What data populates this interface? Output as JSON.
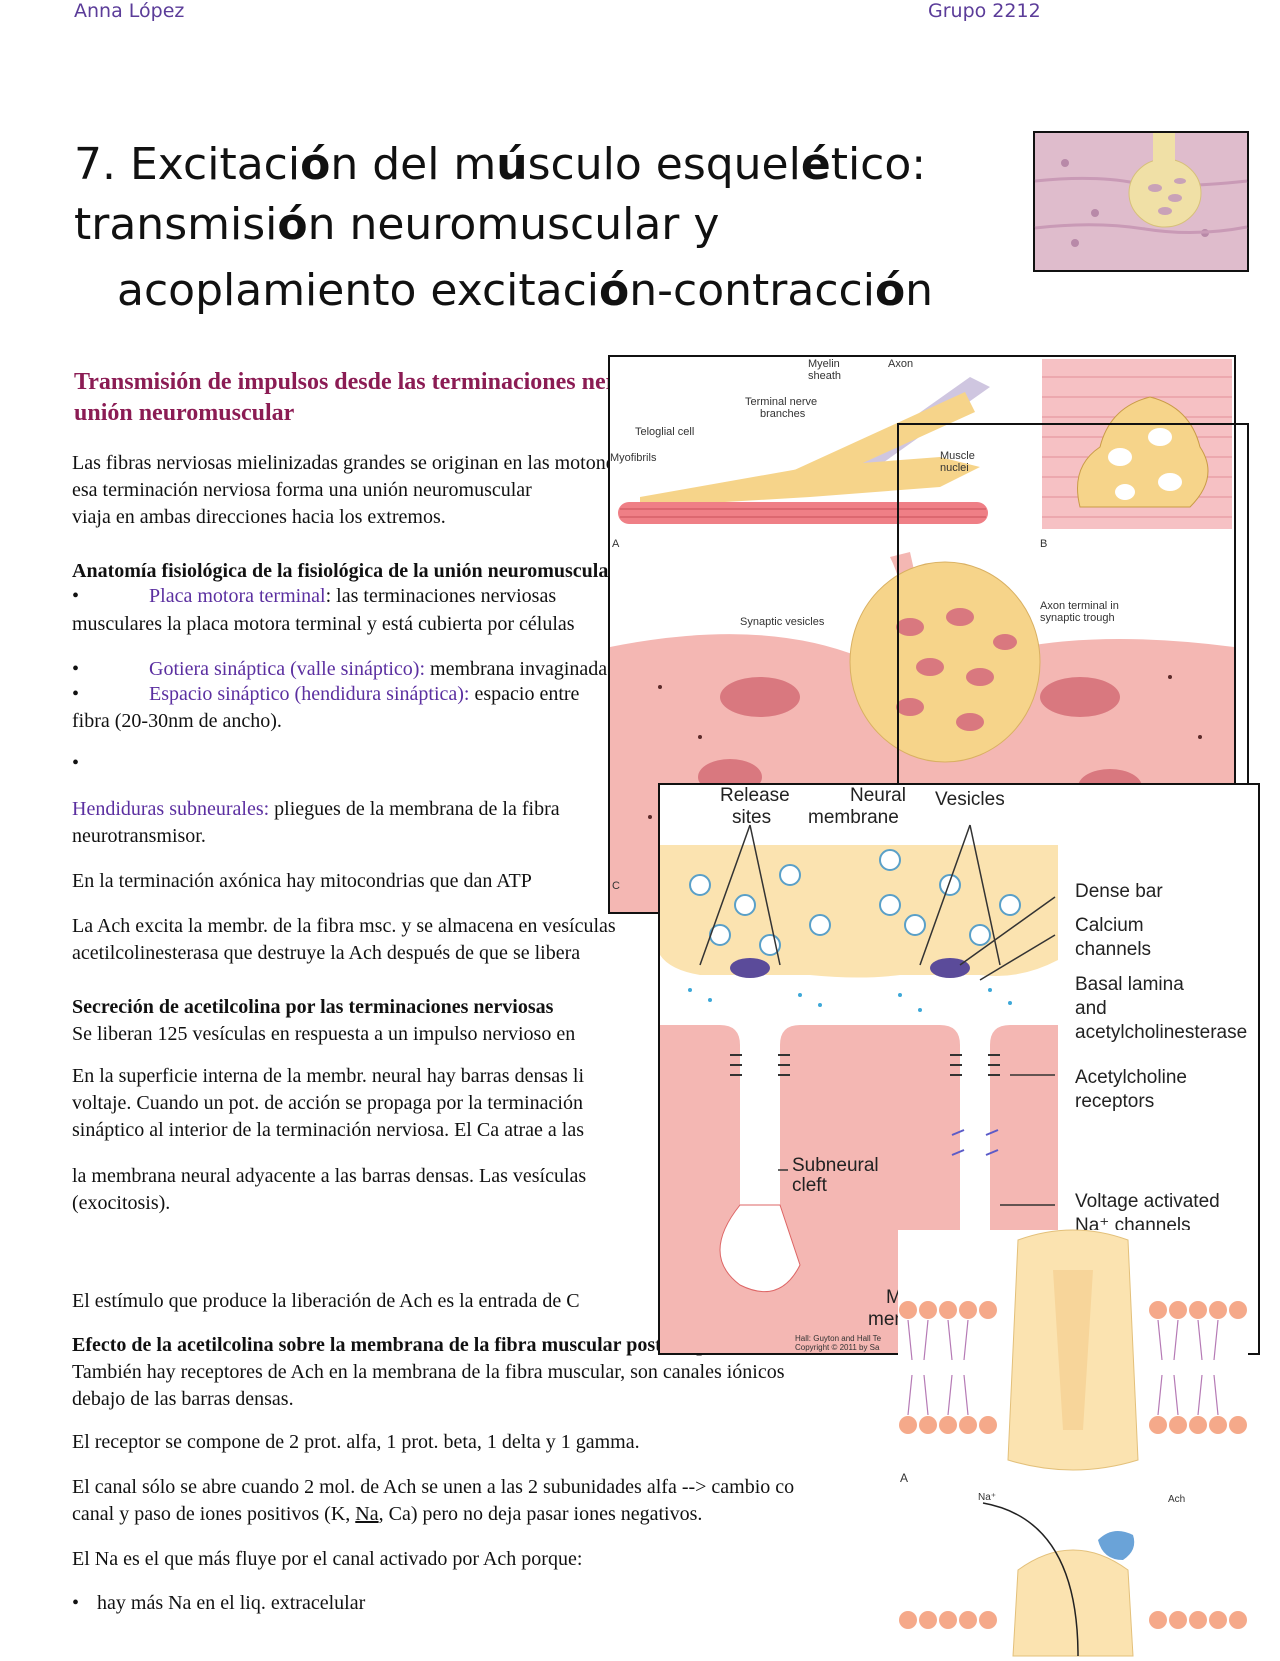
{
  "header": {
    "author": "Anna López",
    "group": "Grupo 2212"
  },
  "title": {
    "line1": [
      "7. Excitaci",
      "ó",
      "n del m",
      "ú",
      "sculo esquel",
      "é",
      "tico:"
    ],
    "line2": [
      "transmisi",
      "ó",
      "n neuromuscular y"
    ],
    "line3": [
      "acoplamiento excitaci",
      "ó",
      "n-contracci",
      "ó",
      "n"
    ]
  },
  "section1": {
    "heading_l1": "Transmisión de impulsos desde las terminaciones nerviosas a las fibras",
    "heading_l2": "unión neuromuscular",
    "para1": [
      "Las fibras nerviosas mielinizadas grandes se originan en las motoneuronas de",
      "esa terminación nerviosa forma una unión neuromuscular",
      "viaja en ambas direcciones hacia los extremos."
    ]
  },
  "anatomy": {
    "heading": "Anatomía fisiológica de la fisiológica de la unión neuromuscular",
    "bullet": "•",
    "item1_term": "Placa motora terminal",
    "item1_text": ": las terminaciones nerviosas",
    "item1_cont": "musculares la placa motora terminal y está cubierta por células",
    "item2_term": "Gotiera sináptica (valle sináptico):",
    "item2_text": " membrana invaginada",
    "item3_term": "Espacio sináptico (hendidura sináptica):",
    "item3_text": " espacio entre",
    "item3_cont": "fibra (20-30nm de ancho).",
    "item4_term": "Hendiduras subneurales:",
    "item4_text": " pliegues de la membrana de la fibra",
    "item4_cont": "neurotransmisor.",
    "para_mito": "En la terminación axónica hay mitocondrias que dan ATP",
    "para_ach_l1": "La Ach excita la membr. de la fibra msc. y se almacena en vesículas",
    "para_ach_l2": "acetilcolinesterasa que destruye la Ach después de que se libera"
  },
  "secretion": {
    "heading": "Secreción de acetilcolina por las terminaciones nerviosas",
    "line1": "Se liberan 125 vesículas en respuesta a un impulso nervioso en",
    "p2_l1": "En la superficie interna de la membr. neural hay barras densas li",
    "p2_l2": "voltaje. Cuando un pot. de acción se propaga por la terminación",
    "p2_l3": "sináptico al interior de la terminación nerviosa. El Ca atrae a las",
    "p3_l1": "la membrana neural adyacente a las barras densas. Las vesículas",
    "p3_l2": "(exocitosis).",
    "p4": "El estímulo que produce la liberación de Ach es la entrada de C"
  },
  "effect": {
    "heading": "Efecto de la acetilcolina sobre la membrana de la fibra muscular postsináptica",
    "p1_l1": "También hay receptores de Ach en la membrana de la fibra muscular, son canales iónicos",
    "p1_l2": "debajo de las barras densas.",
    "p2": "El receptor se compone de 2 prot. alfa, 1 prot. beta, 1 delta y 1 gamma.",
    "p3_l1": "El canal sólo se abre cuando 2 mol. de Ach se unen a las 2 subunidades alfa --> cambio co",
    "p3_l2a": "canal y paso de iones positivos (K, ",
    "p3_l2b": "Na",
    "p3_l2c": ", Ca) pero no deja pasar iones negativos.",
    "p4": "El Na es el que más fluye por el canal activado por Ach porque:",
    "bullet1": "hay más Na en el liq. extracelular"
  },
  "figure1": {
    "labels": [
      "Myelin sheath",
      "Axon",
      "Terminal nerve branches",
      "Teloglial cell",
      "Myofibrils",
      "Muscle nuclei",
      "A",
      "B",
      "Synaptic vesicles",
      "Axon terminal in synaptic trough",
      "C"
    ]
  },
  "figure2": {
    "labels": {
      "release": "Release",
      "sites": "sites",
      "neural": "Neural",
      "membrane": "membrane",
      "vesicles": "Vesicles",
      "dense_bar": "Dense bar",
      "calcium": "Calcium",
      "channels": "channels",
      "basal": "Basal lamina",
      "and": "and",
      "ache": "acetylcholinesterase",
      "achr": "Acetylcholine",
      "receptors": "receptors",
      "subneural": "Subneural",
      "cleft": "cleft",
      "voltage": "Voltage activated",
      "na_channels": "Na⁺ channels",
      "m": "M",
      "mem": "mem",
      "credit1": "Hall: Guyton and Hall Te",
      "credit2": "Copyright © 2011 by Sa"
    }
  },
  "figure3": {
    "label_a": "A",
    "na": "Na⁺",
    "ach": "Ach"
  },
  "colors": {
    "header": "#5b3c99",
    "heading": "#8b1c54",
    "term": "#5b2fa0",
    "muscle": "#f4b7b3",
    "nerve": "#fbe3b0"
  }
}
